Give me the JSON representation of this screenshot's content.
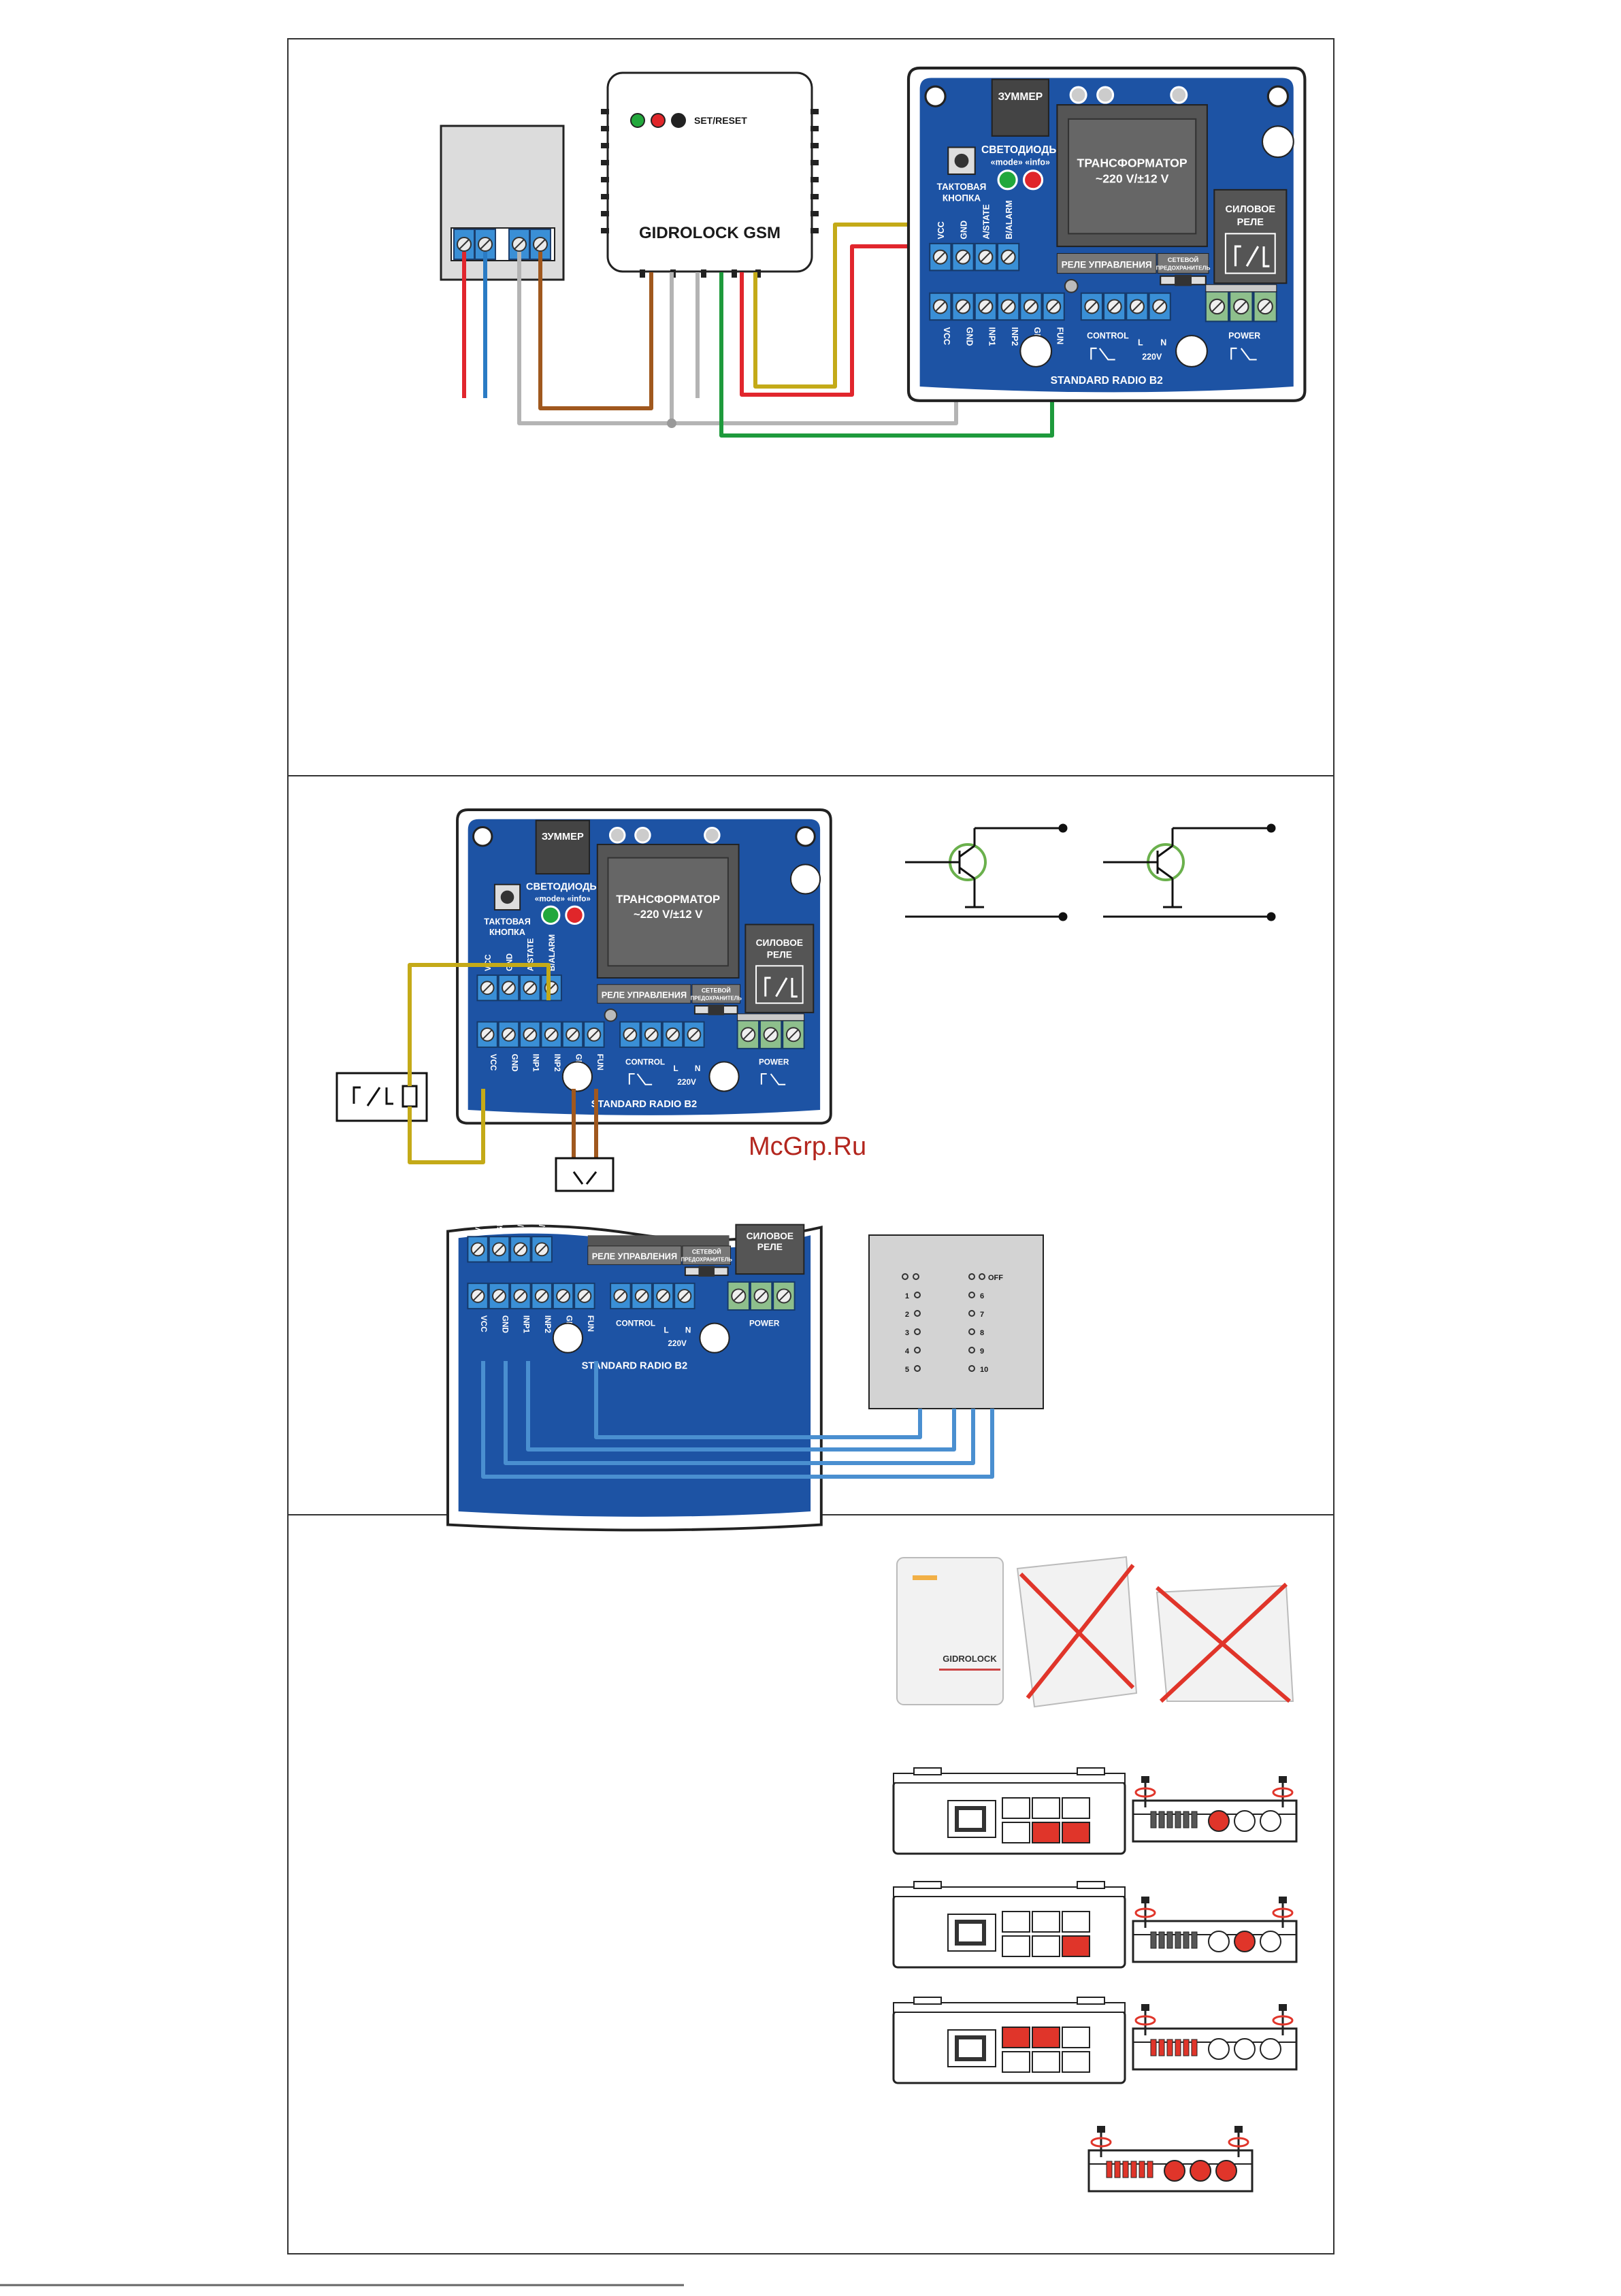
{
  "board": {
    "buzzer": "ЗУММЕР",
    "leds_title": "СВЕТОДИОДЫ",
    "leds_sub": "«mode» «info»",
    "transformer_line1": "ТРАНСФОРМАТОР",
    "transformer_line2": "~220 V/±12 V",
    "button_line1": "ТАКТОВАЯ",
    "button_line2": "КНОПКА",
    "power_relay_line1": "СИЛОВОЕ",
    "power_relay_line2": "РЕЛЕ",
    "control_relay": "РЕЛЕ УПРАВЛЕНИЯ",
    "fuse_line1": "СЕТЕВОЙ",
    "fuse_line2": "ПРЕДОХРАНИТЕЛЬ",
    "control": "CONTROL",
    "l": "L",
    "n": "N",
    "v220": "220V",
    "power": "POWER",
    "title": "STANDARD RADIO B2",
    "top_pins": [
      "VCC",
      "GND",
      "A/STATE",
      "B/ALARM"
    ],
    "bottom_pins": [
      "VCC",
      "GND",
      "INP1",
      "INP2",
      "GND",
      "FUN"
    ]
  },
  "gsm": {
    "name": "GIDROLOCK GSM",
    "set_reset": "SET/RESET"
  },
  "leak_panel": {
    "off_label": "OFF",
    "left_numbers": [
      "1",
      "2",
      "3",
      "4",
      "5"
    ],
    "right_numbers": [
      "6",
      "7",
      "8",
      "9",
      "10"
    ]
  },
  "watermark": "McGrp.Ru",
  "photo_brand": "GIDROLOCK",
  "colors": {
    "board_blue": "#1d53a4",
    "terminal_blue": "#3a8fd6",
    "terminal_green": "#8ebf8c",
    "wire_red": "#e1262d",
    "wire_blue": "#2a7bc4",
    "wire_brown": "#a0581e",
    "wire_grey": "#b4b4b4",
    "wire_yellow": "#c4aa18",
    "wire_green": "#1e9a3c",
    "wire_lightblue": "#4a8fd0",
    "cross_red": "#e0352a"
  }
}
